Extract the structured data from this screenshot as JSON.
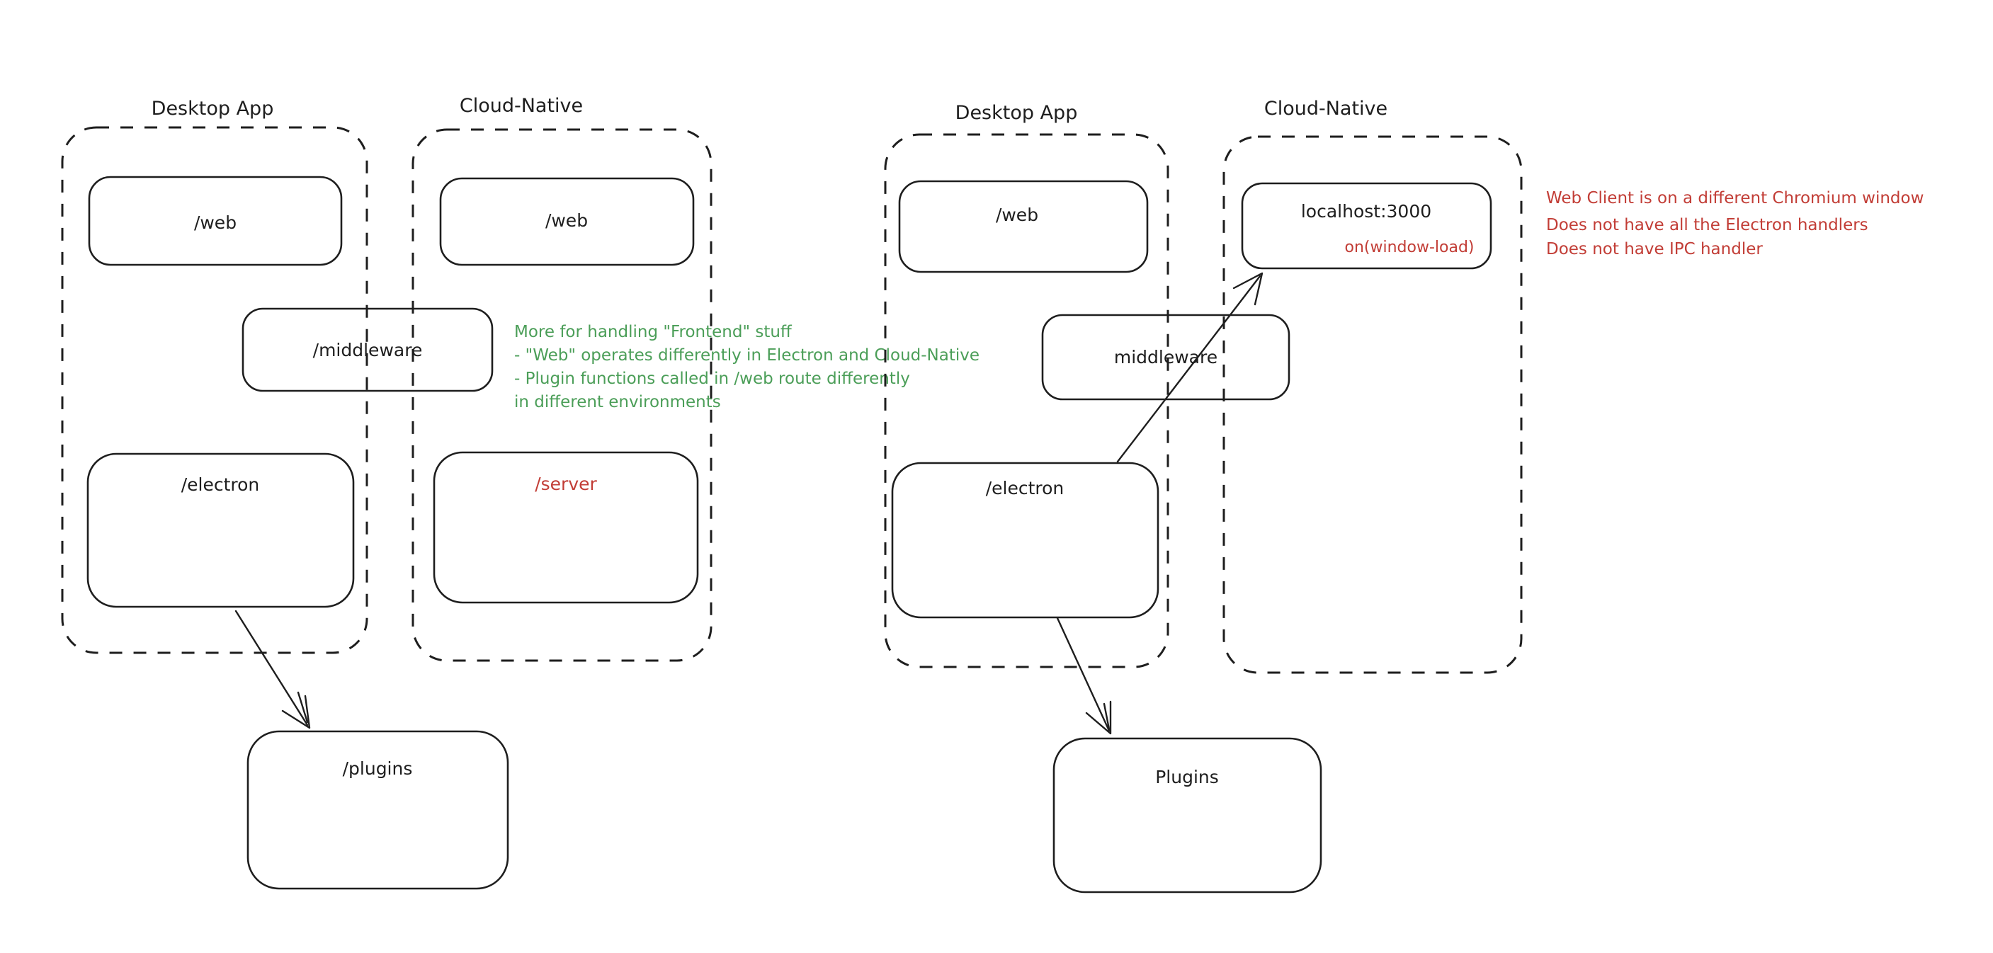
{
  "colors": {
    "background": "#ffffff",
    "ink": "#1e1e1e",
    "green": "#4b9e58",
    "red": "#c23d36"
  },
  "left": {
    "desktop_app_label": "Desktop App",
    "cloud_native_label": "Cloud-Native",
    "web_desktop": "/web",
    "web_cloud": "/web",
    "middleware": "/middleware",
    "electron": "/electron",
    "server": "/server",
    "plugins": "/plugins",
    "annotation": [
      "More for handling \"Frontend\" stuff",
      "- \"Web\" operates differently in Electron and Cloud-Native",
      "- Plugin functions called in /web route differently",
      "in different environments"
    ]
  },
  "right": {
    "desktop_app_label": "Desktop App",
    "cloud_native_label": "Cloud-Native",
    "web": "/web",
    "localhost": "localhost:3000",
    "window_load": "on(window-load)",
    "middleware": "middleware",
    "electron": "/electron",
    "plugins": "Plugins",
    "annotation": [
      "Web Client is on a different Chromium window",
      "Does not have all the Electron handlers",
      "Does not have IPC handler"
    ]
  }
}
